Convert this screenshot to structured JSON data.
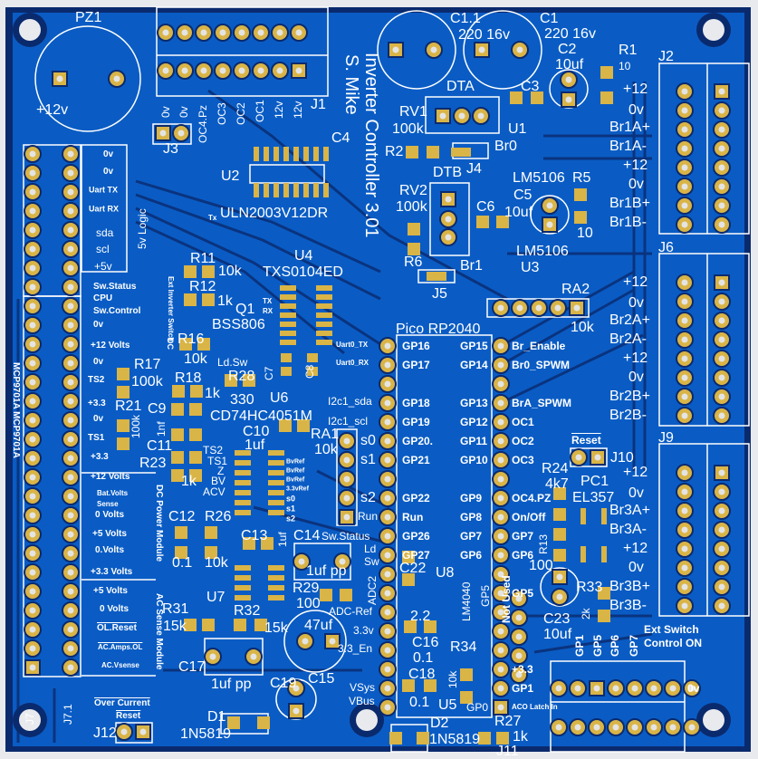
{
  "board": {
    "title": "Inverter Controller 3.01",
    "author": "S. Mike",
    "colors": {
      "board": "#0a5cc4",
      "copper": "#1466d6",
      "outline": "#0a2a6e",
      "pad": "#d9b446",
      "silk": "#ffffff"
    }
  },
  "labels": {
    "pz1": "PZ1",
    "plus12v": "+12v",
    "j1": "J1",
    "j3": "J3",
    "j1_pins": [
      "0v",
      "0v",
      "OC4.Pz",
      "OC3",
      "OC2",
      "OC1",
      "12v",
      "12v"
    ],
    "logic": [
      "0v",
      "0v",
      "Uart TX",
      "Uart RX",
      "sda",
      "scl",
      "+5v"
    ],
    "logic_title": "5v Logic",
    "u2": "U2",
    "u2_part": "ULN2003V12DR",
    "tx": "Tx",
    "c4": "C4",
    "u4": "U4",
    "u4_part": "TXS0104ED",
    "u4_tx": "TX",
    "u4_rx": "RX",
    "uart0_tx": "Uart0_TX",
    "uart0_rx": "Uart0_RX",
    "c7": "C7",
    "c8": "C8",
    "r11": "R11",
    "r11_v": "10k",
    "r12": "R12",
    "r12_v": "1k",
    "q1": "Q1",
    "q1_part": "BSS806",
    "r16": "R16",
    "r16_v": "10k",
    "ldsw": "Ld.Sw",
    "r28": "R28",
    "r28_v": "330",
    "ext_switch": "Ext Inverter Switch",
    "dc": "DC",
    "left": [
      "Sw.Status",
      "CPU",
      "Sw.Control",
      "0v",
      "+12  Volts",
      "0v",
      "TS2",
      "+3.3",
      "0v",
      "TS1",
      "+3.3",
      "+12  Volts",
      "Bat.Volts",
      "Sense",
      "0  Volts",
      "+5  Volts",
      "0.Volts",
      "+3.3  Volts",
      "+5  Volts",
      "0  Volts",
      "OL.Reset",
      "AC.Amps.OL",
      "AC.Vsense"
    ],
    "dc_module": "DC Power Module",
    "ac_module": "AC Sense Module",
    "r17": "R17",
    "r17_v": "100k",
    "r18": "R18",
    "r18_v": "1k",
    "r21": "R21",
    "r21_v": "100k",
    "c9": "C9",
    "c9_v": "1nf",
    "c11": "C11",
    "r23": "R23",
    "r23_v": "1k",
    "u6": "U6",
    "u6_part": "CD74HC4051M",
    "c10": "C10",
    "c10_v": "1uf",
    "u6_left": [
      "TS2",
      "TS1",
      "Z",
      "BV",
      "ACV"
    ],
    "u6_right": [
      "BvRef",
      "BvRef",
      "BvRef",
      "3.3vRef",
      "s0",
      "s1",
      "s2"
    ],
    "i2c_sda": "I2c1_sda",
    "i2c_scl": "I2c1_scl",
    "ra1": "RA1",
    "ra1_v": "10k",
    "ra1_pins": [
      "s0",
      "s1",
      "",
      "s2",
      "Run"
    ],
    "c12": "C12",
    "c12_v": "0.1",
    "r26": "R26",
    "r26_v": "10k",
    "c13": "C13",
    "c13_v": "1uf",
    "c14": "C14",
    "c14_sw": "Sw.Status",
    "c14_v": "1uf  pp",
    "ld": "Ld",
    "sw": "Sw",
    "u7": "U7",
    "r29": "R29",
    "r29_v": "100",
    "adc_ref": "ADC-Ref",
    "adc2": "ADC2",
    "c15": "C15",
    "c15_v": "47uf",
    "v33": "3.3v",
    "en33": "3.3_En",
    "vsys": "VSys",
    "vbus": "VBus",
    "r31": "R31",
    "r31_v": "15k",
    "r32": "R32",
    "r32_v": "15k",
    "c17": "C17",
    "c17_v": "1uf  pp",
    "c19": "C19",
    "d1": "D1",
    "d1_part": "1N5819",
    "oc_title": "Over  Current",
    "oc_reset": "Reset",
    "j12": "J12",
    "j7": "J7",
    "j71": "J7.1",
    "mcp": "MCP9701A MCP9701A",
    "pico": "Pico  RP2040",
    "pico_left_in": [
      "GP16",
      "GP17",
      "",
      "GP18",
      "GP19",
      "GP20.",
      "GP21",
      "",
      "GP22",
      "Run",
      "GP26",
      "GP27"
    ],
    "pico_left_out": [
      "Uart0_TX",
      "Uart0_RX",
      "",
      "I2c1_sda",
      "I2c1_scl",
      "s0",
      "s1",
      "",
      "s2",
      "Run",
      "Sw.Status",
      "Ld Sw",
      "",
      "ADC2",
      "ADC-Ref",
      "3.3v",
      "3.3_En",
      "",
      "VSys",
      "VBus"
    ],
    "pico_right_in": [
      "GP15",
      "GP14",
      "",
      "GP13",
      "GP12",
      "GP11",
      "GP10",
      "",
      "GP9",
      "GP8",
      "GP7",
      "GP6"
    ],
    "pico_right_out": [
      "Br_Enable",
      "Br0_SPWM",
      "",
      "BrA_SPWM",
      "OC1",
      "OC2",
      "OC3",
      "",
      "OC4.PZ",
      "On/Off",
      "GP7",
      "GP6",
      "",
      "GP5",
      "",
      "",
      "",
      "+3.3",
      "GP1",
      "ACO Latch In"
    ],
    "not_used": "Not  Used",
    "gp0": "GP0",
    "gp5": "GP5",
    "c22": "C22",
    "u8": "U8",
    "lm4040": "LM4040",
    "c22_v": "2.2",
    "c16": "C16",
    "c16_v": "0.1",
    "c18": "C18",
    "c18_v": "0.1",
    "u5": "U5",
    "r34": "R34",
    "r34_v": "10k",
    "d2": "D2",
    "d2_part": "1N5819",
    "r27": "R27",
    "r27_v": "1k",
    "j11": "J11",
    "j10_reset": "Reset",
    "j10": "J10",
    "r24": "R24",
    "r24_v": "4k7",
    "pc1": "PC1",
    "pc1_part": "EL357",
    "r13": "R13",
    "r13_v": "100",
    "c23": "C23",
    "c23_v": "10uf",
    "r33": "R33",
    "r33_v": "2k",
    "ext_sw1": "Ext  Switch",
    "ext_sw2": "Control  ON",
    "j11_gp": [
      "GP1",
      "GP5",
      "GP6",
      "GP7"
    ],
    "j11_0v": "0v",
    "c11_": "C1.1",
    "c11_v": "220  16v",
    "c1": "C1",
    "c1_v": "220  16v",
    "c2": "C2",
    "c2_v": "10uf",
    "r1": "R1",
    "r1_v": "10",
    "dta": "DTA",
    "rv1": "RV1",
    "rv1_v": "100k",
    "r2": "R2",
    "j4": "J4",
    "c3": "C3",
    "u1": "U1",
    "br0": "Br0",
    "lm5106a": "LM5106",
    "r5": "R5",
    "r5_v": "10",
    "c5": "C5",
    "c5_v": "10uf",
    "dtb": "DTB",
    "rv2": "RV2",
    "rv2_v": "100k",
    "c6": "C6",
    "r6": "R6",
    "j5": "J5",
    "br1": "Br1",
    "lm5106b": "LM5106",
    "u3": "U3",
    "ra2": "RA2",
    "ra2_v": "10k",
    "j2": "J2",
    "j2_pins": [
      "+12",
      "0v",
      "Br1A+",
      "Br1A-",
      "+12",
      "0v",
      "Br1B+",
      "Br1B-"
    ],
    "j6": "J6",
    "j6_pins": [
      "+12",
      "0v",
      "Br2A+",
      "Br2A-",
      "+12",
      "0v",
      "Br2B+",
      "Br2B-"
    ],
    "j9": "J9",
    "j9_pins": [
      "+12",
      "0v",
      "Br3A+",
      "Br3A-",
      "+12",
      "0v",
      "Br3B+",
      "Br3B-"
    ]
  }
}
